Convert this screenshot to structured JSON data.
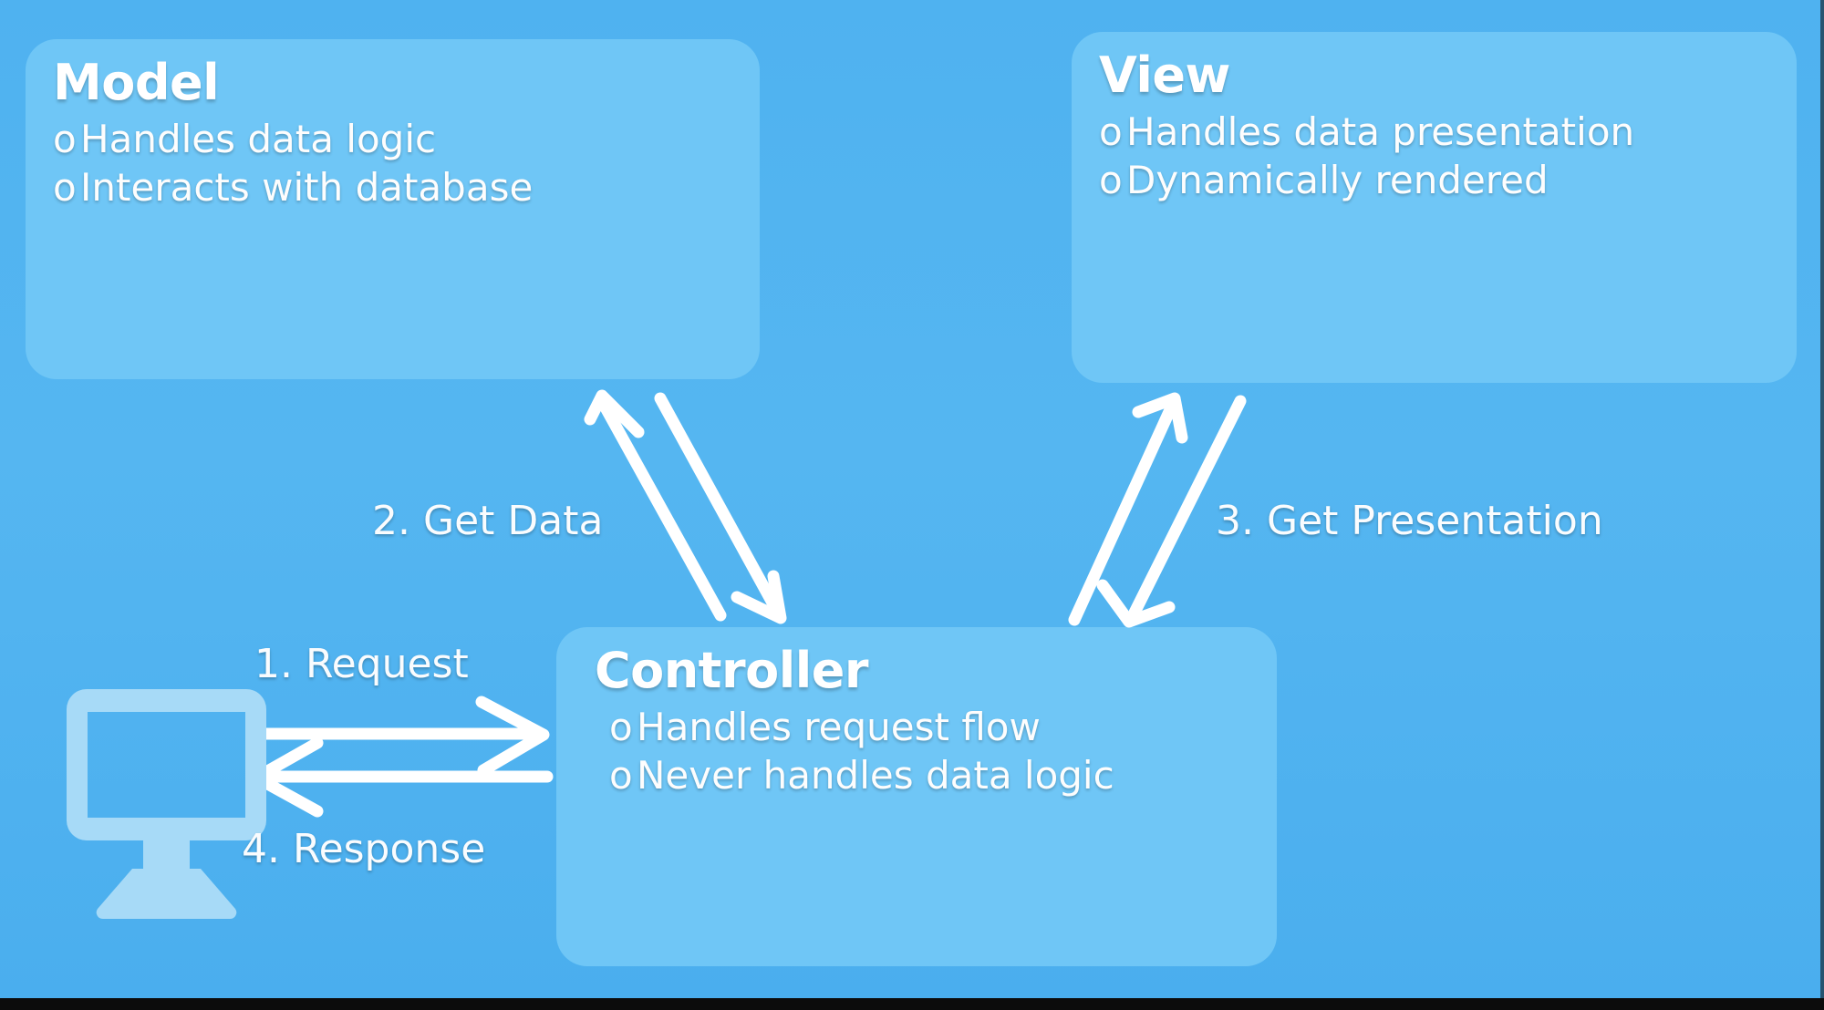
{
  "diagram": {
    "title_hidden": "MVC request flow",
    "background_color": "#4CB0EF",
    "card_color": "#6FC6F6",
    "arrow_color": "#FFFFFF",
    "monitor_color": "#A7DAF7"
  },
  "cards": [
    {
      "id": "model",
      "title": "Model",
      "bullets": [
        {
          "marker": "o",
          "text": "Handles data logic"
        },
        {
          "marker": "o",
          "text": "Interacts with database"
        }
      ]
    },
    {
      "id": "view",
      "title": "View",
      "bullets": [
        {
          "marker": "o",
          "text": "Handles data presentation"
        },
        {
          "marker": "o",
          "text": "Dynamically rendered"
        }
      ]
    },
    {
      "id": "controller",
      "title": "Controller",
      "bullets": [
        {
          "marker": "o",
          "text": "Handles request flow"
        },
        {
          "marker": "o",
          "text": "Never handles data logic"
        }
      ]
    }
  ],
  "flows": [
    {
      "id": "request",
      "label": "1. Request"
    },
    {
      "id": "get-data",
      "label": "2. Get Data"
    },
    {
      "id": "get-presentation",
      "label": "3. Get Presentation"
    },
    {
      "id": "response",
      "label": "4. Response"
    }
  ],
  "client": {
    "icon": "monitor-icon"
  }
}
